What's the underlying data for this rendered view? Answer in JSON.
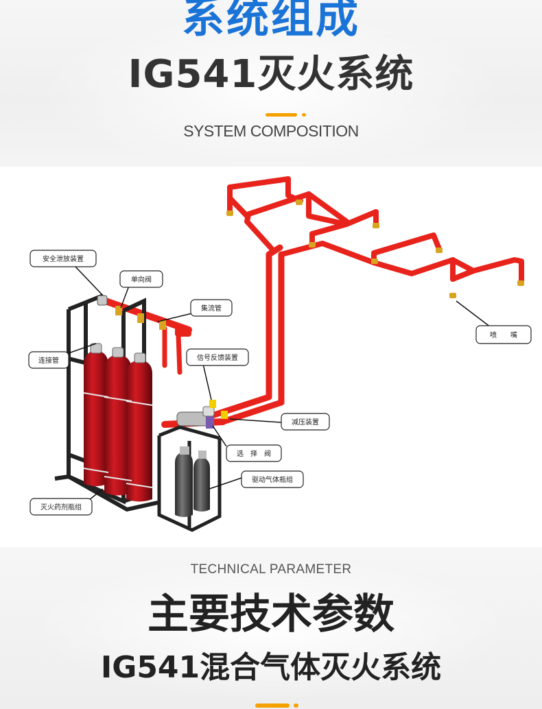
{
  "header": {
    "title": "系统组成",
    "subtitle_cn": "IG541灭火系统",
    "subtitle_en": "SYSTEM COMPOSITION"
  },
  "diagram": {
    "labels": {
      "safety_release": "安全泄放装置",
      "check_valve": "单向阀",
      "manifold": "集流管",
      "connecting_pipe": "连接管",
      "signal_feedback": "信号反馈装置",
      "pressure_reducer": "减压装置",
      "selector_valve": "选　择　阀",
      "driver_gas_cylinders": "驱动气体瓶组",
      "agent_cylinders": "灭火药剂瓶组",
      "nozzle": "喷　　嘴"
    }
  },
  "footer": {
    "en": "TECHNICAL PARAMETER",
    "title": "主要技术参数",
    "subtitle": "IG541混合气体灭火系统"
  },
  "colors": {
    "accent": "#f5a100",
    "title_blue": "#1a73d6",
    "pipe_red": "#e8231c",
    "cylinder_red": "#c0121b"
  }
}
